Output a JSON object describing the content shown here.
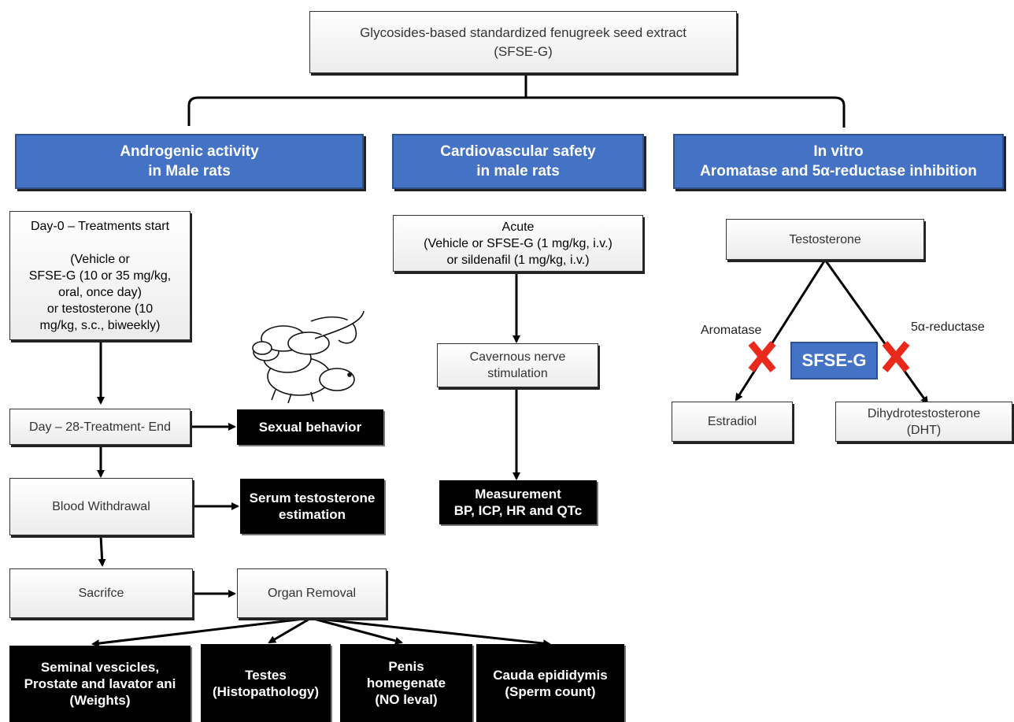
{
  "root": "Glycosides-based standardized fenugreek seed extract\n(SFSE-G)",
  "columns": {
    "androgenic": "Androgenic activity\nin Male rats",
    "cardio": "Cardiovascular safety\nin male rats",
    "invitro": "In vitro\nAromatase and 5α-reductase inhibition"
  },
  "androgenic": {
    "day0": "Day-0 – Treatments start\n\n(Vehicle or\nSFSE-G (10 or 35 mg/kg,\noral, once day)\nor testosterone (10\nmg/kg, s.c., biweekly)",
    "day28": "Day – 28-Treatment- End",
    "sexual_behavior": "Sexual behavior",
    "blood": "Blood Withdrawal",
    "serum": "Serum testosterone\nestimation",
    "sacrifice": "Sacrifce",
    "organ_removal": "Organ Removal",
    "outcomes": [
      "Seminal vescicles,\nProstate and lavator ani\n(Weights)",
      "Testes\n(Histopathology)",
      "Penis\nhomegenate\n(NO leval)",
      "Cauda epididymis\n(Sperm count)"
    ]
  },
  "cardio": {
    "acute": "Acute\n(Vehicle or SFSE-G (1 mg/kg, i.v.)\nor sildenafil (1 mg/kg, i.v.)",
    "nerve": "Cavernous nerve\nstimulation",
    "measurement": "Measurement\nBP, ICP, HR and QTc"
  },
  "invitro": {
    "testosterone": "Testosterone",
    "aromatase": "Aromatase",
    "reductase": "5α-reductase",
    "sfse": "SFSE-G",
    "estradiol": "Estradiol",
    "dht": "Dihydrotestosterone\n(DHT)"
  },
  "colors": {
    "header_blue": "#4472c4",
    "inhibit_red": "#e8291c"
  }
}
